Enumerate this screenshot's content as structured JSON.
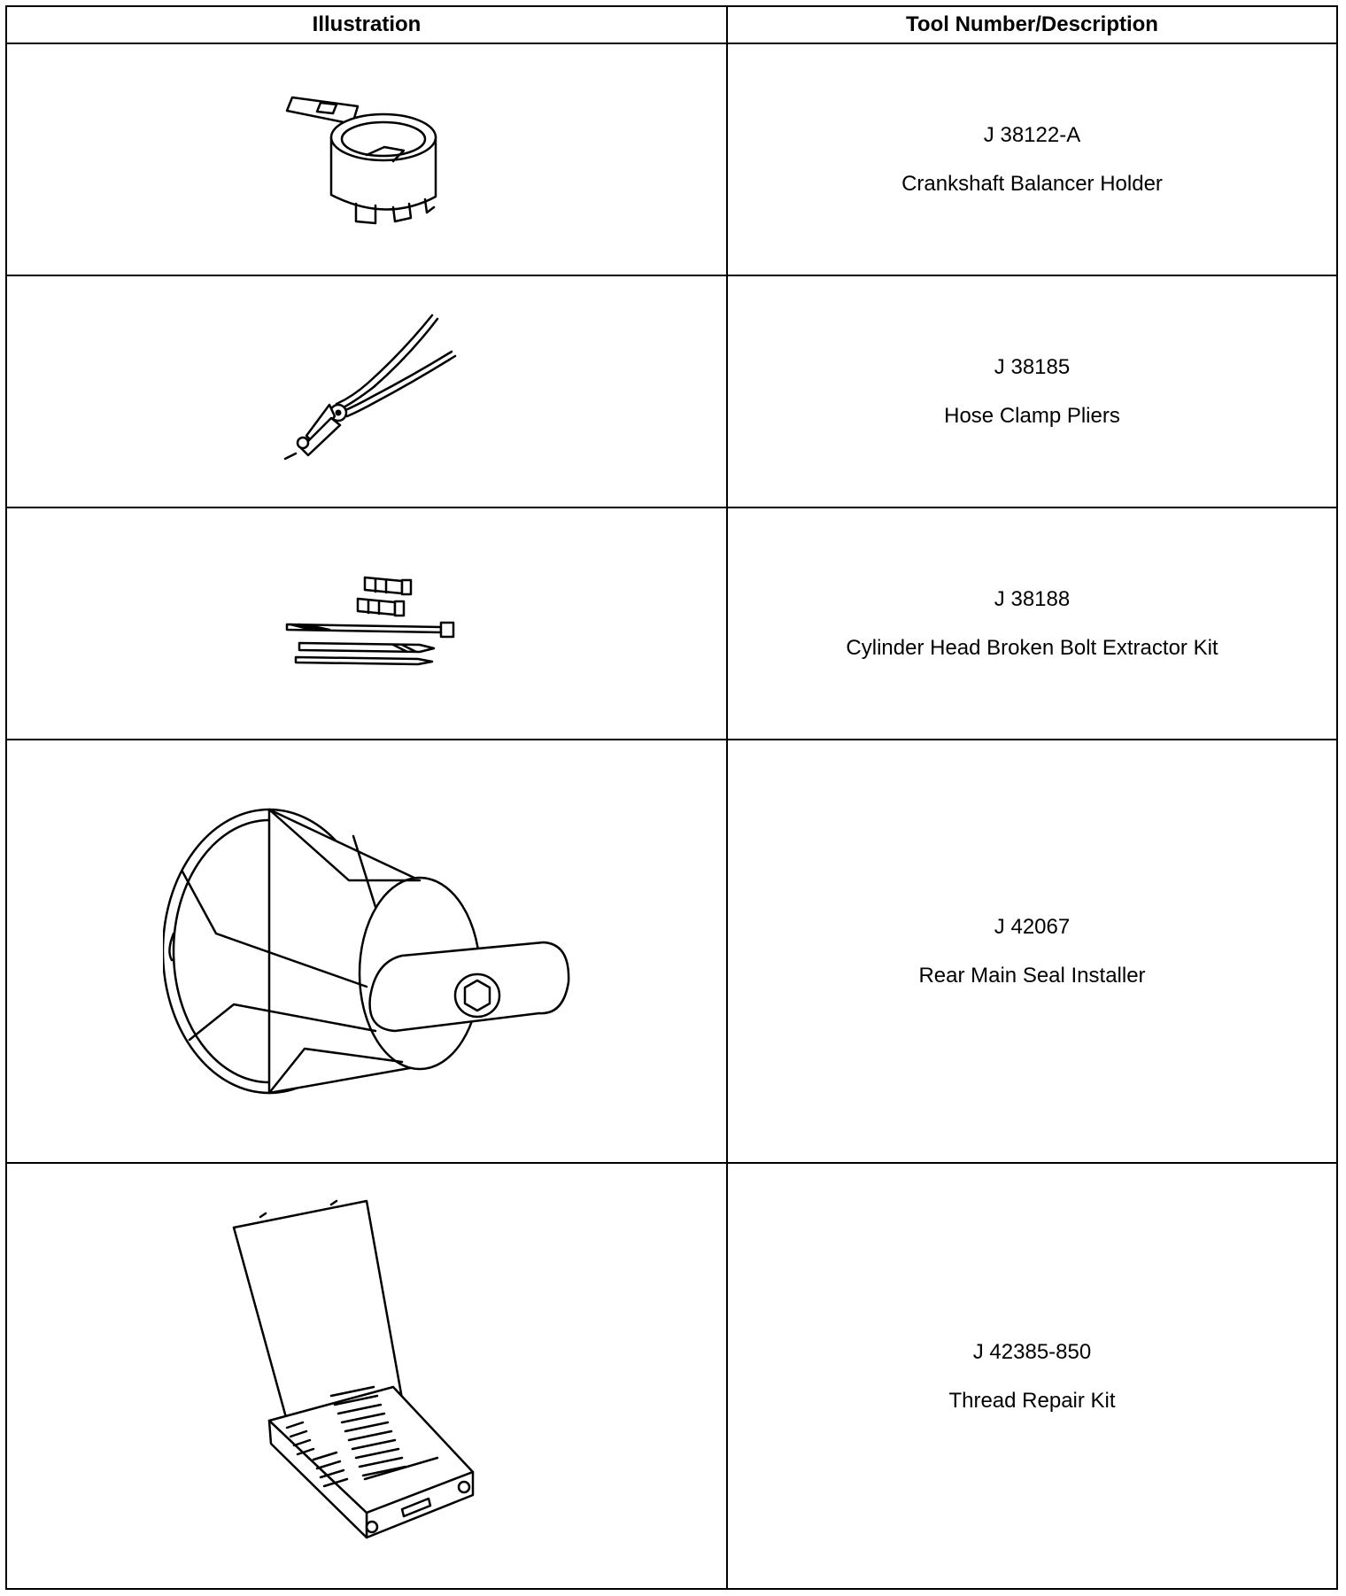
{
  "table": {
    "headers": [
      "Illustration",
      "Tool Number/Description"
    ],
    "rows": [
      {
        "tool_number": "J 38122-A",
        "description": "Crankshaft Balancer Holder",
        "icon": "crankshaft-balancer-holder-icon"
      },
      {
        "tool_number": "J 38185",
        "description": "Hose Clamp Pliers",
        "icon": "hose-clamp-pliers-icon"
      },
      {
        "tool_number": "J 38188",
        "description": "Cylinder Head Broken Bolt Extractor Kit",
        "icon": "bolt-extractor-kit-icon"
      },
      {
        "tool_number": "J 42067",
        "description": "Rear Main Seal Installer",
        "icon": "rear-main-seal-installer-icon"
      },
      {
        "tool_number": "J 42385-850",
        "description": "Thread Repair Kit",
        "icon": "thread-repair-kit-icon"
      }
    ]
  }
}
